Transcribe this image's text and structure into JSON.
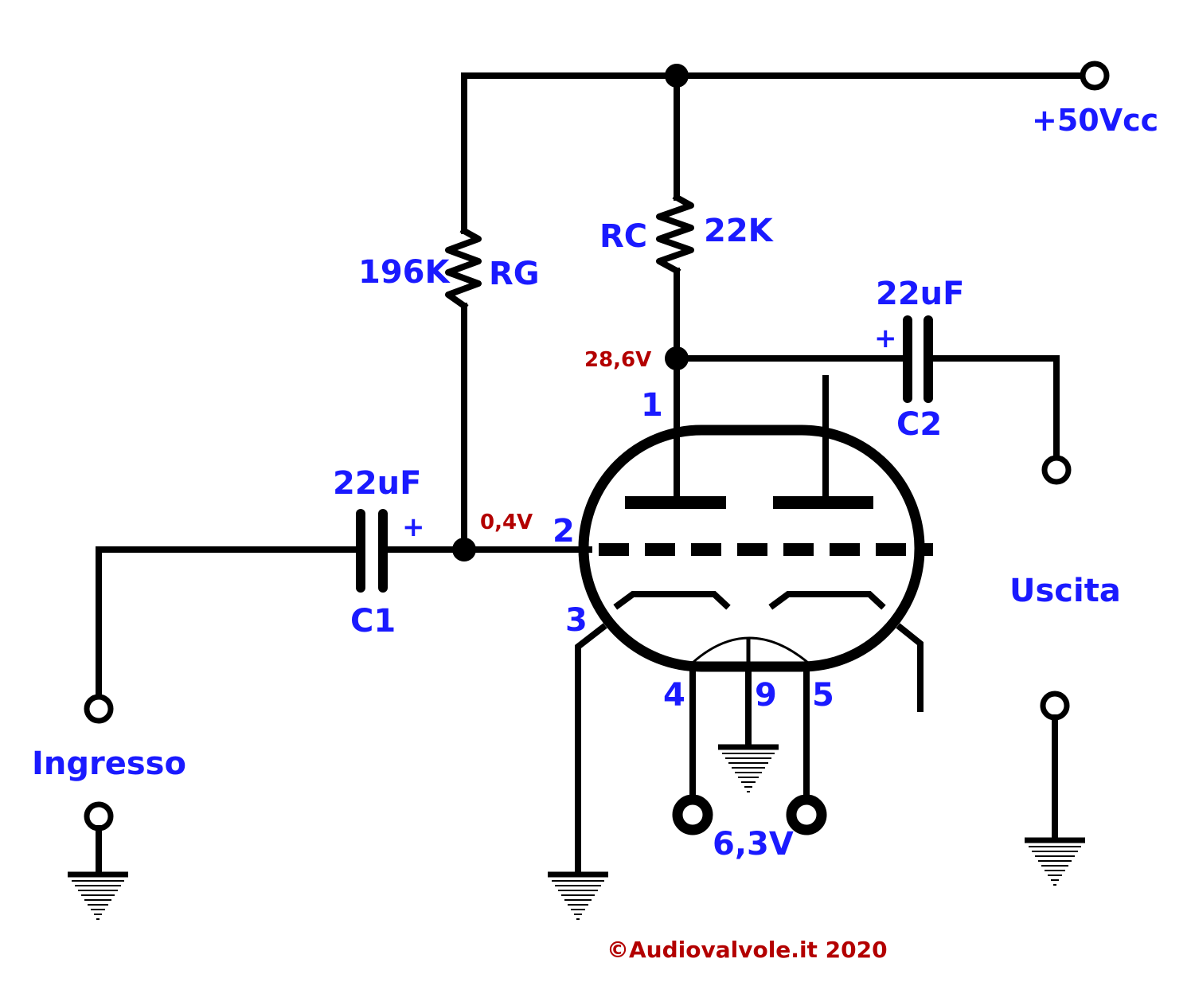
{
  "labels": {
    "supply": "+50Vcc",
    "rc_name": "RC",
    "rc_value": "22K",
    "rg_value": "196K",
    "rg_name": "RG",
    "c2_value": "22uF",
    "c2_plus": "+",
    "c2_name": "C2",
    "c1_value": "22uF",
    "c1_plus": "+",
    "c1_name": "C1",
    "plate_voltage": "28,6V",
    "grid_voltage": "0,4V",
    "pin1": "1",
    "pin2": "2",
    "pin3": "3",
    "pin4": "4",
    "pin9": "9",
    "pin5": "5",
    "heater_voltage": "6,3V",
    "input": "Ingresso",
    "output": "Uscita",
    "copyright": "©Audiovalvole.it 2020"
  },
  "colors": {
    "wire": "#000000",
    "label": "#1a1aff",
    "voltage": "#b30000"
  }
}
